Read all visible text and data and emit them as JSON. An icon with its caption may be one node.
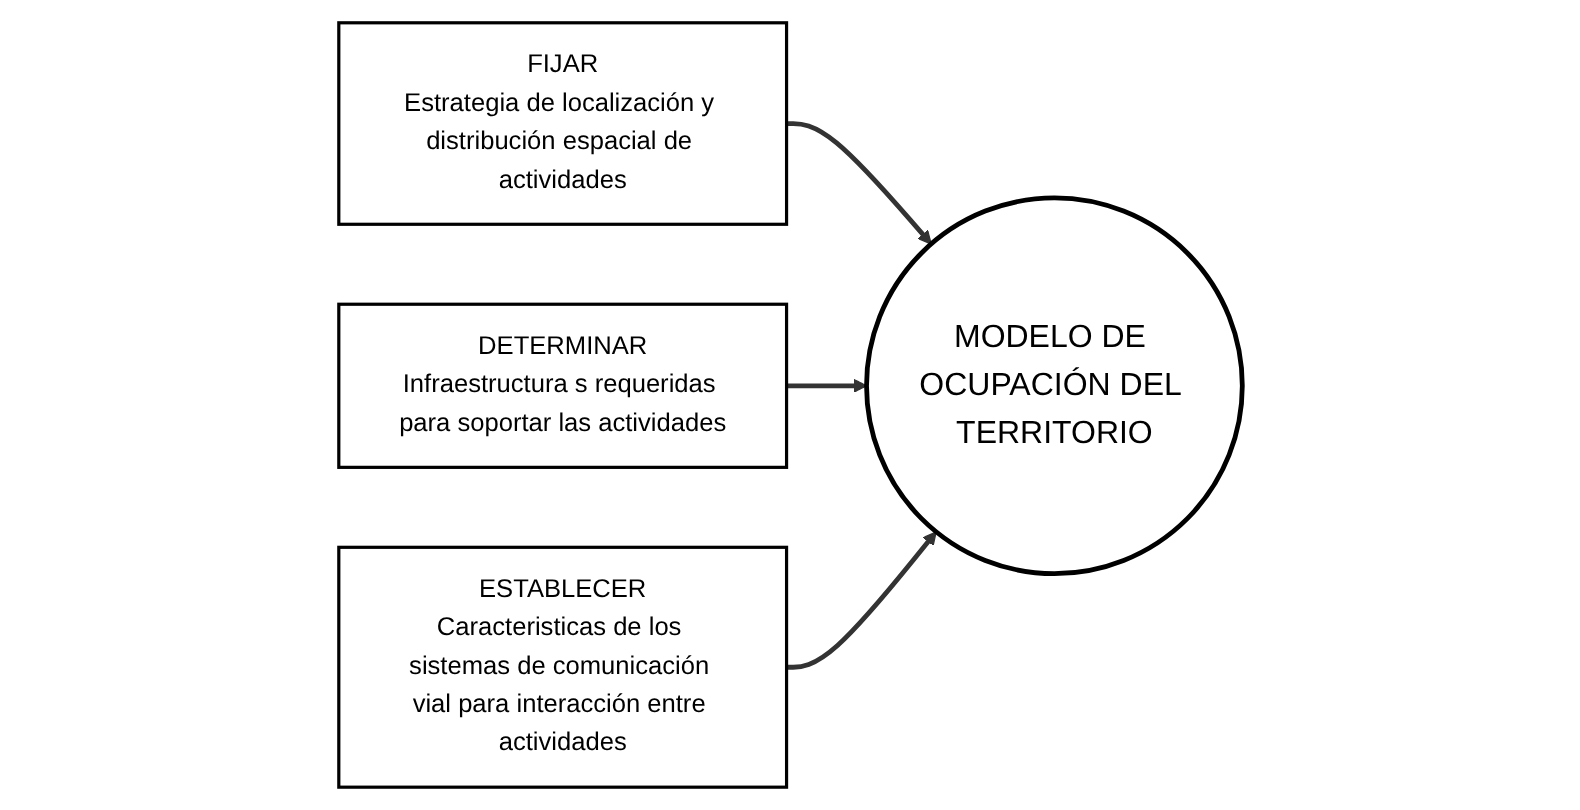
{
  "diagram": {
    "nodes": [
      {
        "text": [
          "MODELO DE OCUPACIÓN DEL TERRITORIO"
        ]
      },
      {
        "text": [
          "FIJAR",
          "Estrategia de localización y distribución espacial de actividades"
        ]
      },
      {
        "text": [
          "DETERMINAR",
          "Infraestructura s requeridas para soportar las actividades"
        ]
      },
      {
        "text": [
          "ESTABLECER",
          "Caracteristicas de los sistemas de comunicación vial para interacción entre actividades"
        ]
      }
    ],
    "edges": [
      {
        "from": 1,
        "to": 0,
        "arrow": "to"
      },
      {
        "from": 2,
        "to": 0,
        "arrow": "to"
      },
      {
        "from": 3,
        "to": 0,
        "arrow": "to"
      }
    ]
  }
}
